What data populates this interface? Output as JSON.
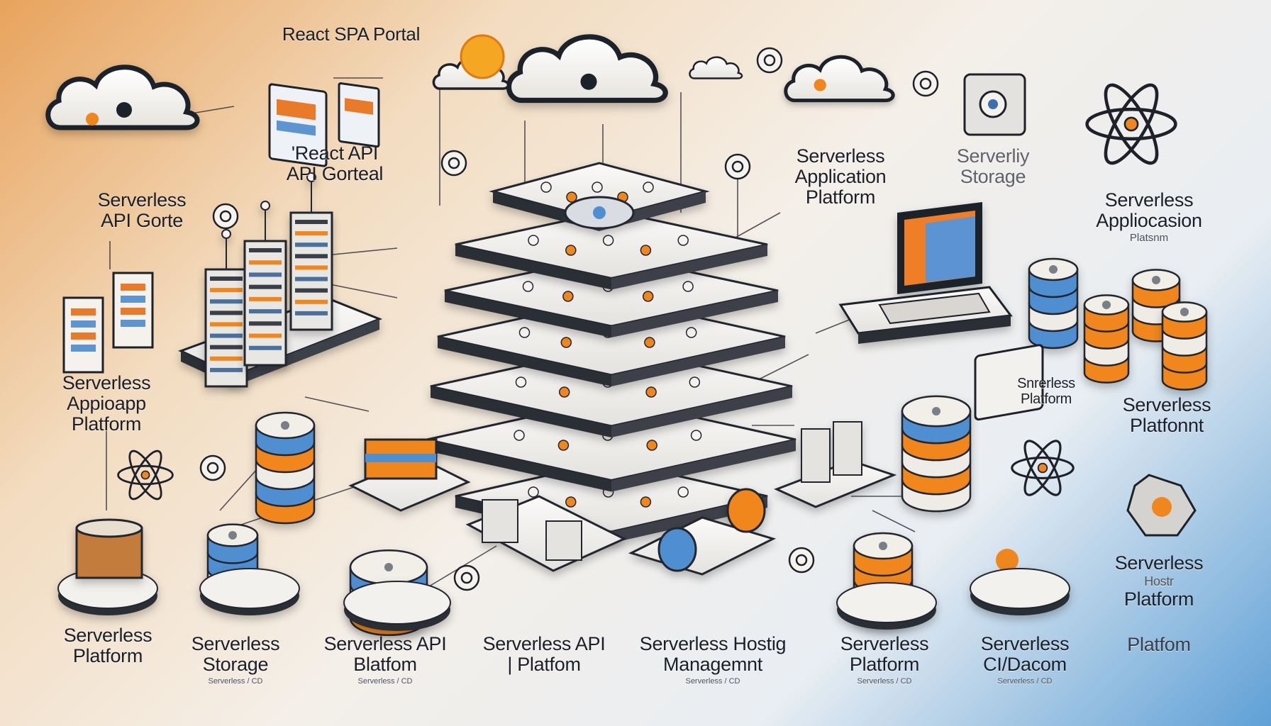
{
  "labels": {
    "react_spa_portal": "React SPA Portal",
    "react_api_1": "'React  API",
    "react_api_2": "API Gorteal",
    "tl_serverless": "Serverless",
    "tl_api": "API Gorte",
    "left_serverless": "Serverless",
    "left_applo": "Appioapp",
    "left_platform": "Platform",
    "mid_serverless": "Serverless",
    "mid_application": "Application",
    "mid_platform": "Platform",
    "storage_serverliy": "Serverliy",
    "storage_storage": "Storage",
    "right_serverless": "Serverless",
    "right_applic": "Appliocasion",
    "right_platsm": "Platsnm",
    "sm_platform_1": "Snrerless",
    "sm_platform_2": "Platform",
    "rp_serverless": "Serverless",
    "rp_platfonnt": "Platfonnt",
    "hosting_serverless": "Serverless",
    "hosting_hostr": "Hostr",
    "hosting_platform": "Platform",
    "far_platform": "Platfom",
    "b1_serverless": "Serverless",
    "b1_platform": "Platform",
    "b2_serverless": "Serverless",
    "b2_storage": "Storage",
    "b3_line1": "Serverless API",
    "b3_line2": "Blatfom",
    "b4_line1": "Serverless API",
    "b4_line2": "| Platfom",
    "b5_line1": "Serverless Hostig",
    "b5_line2": "Managemnt",
    "b6_serverless": "Serverless",
    "b6_platform": "Platform",
    "b7_serverless": "Serverless",
    "b7_cicd": "CI/Dacom",
    "sub_b2": "Serverless / CD",
    "sub_b3": "Serverless / CD",
    "sub_b5": "Serverless / CD",
    "sub_b6": "Serverless / CD",
    "sub_b7": "Serverless / CD"
  },
  "colors": {
    "accent_orange": "#f0861e",
    "accent_blue": "#4f8ed1",
    "dark_frame": "#23262e",
    "tile_light": "#f3f1ee"
  },
  "icons": [
    "cloud-icon",
    "server-rack-icon",
    "database-icon",
    "react-atom-icon",
    "laptop-icon",
    "gear-icon",
    "lock-icon"
  ]
}
